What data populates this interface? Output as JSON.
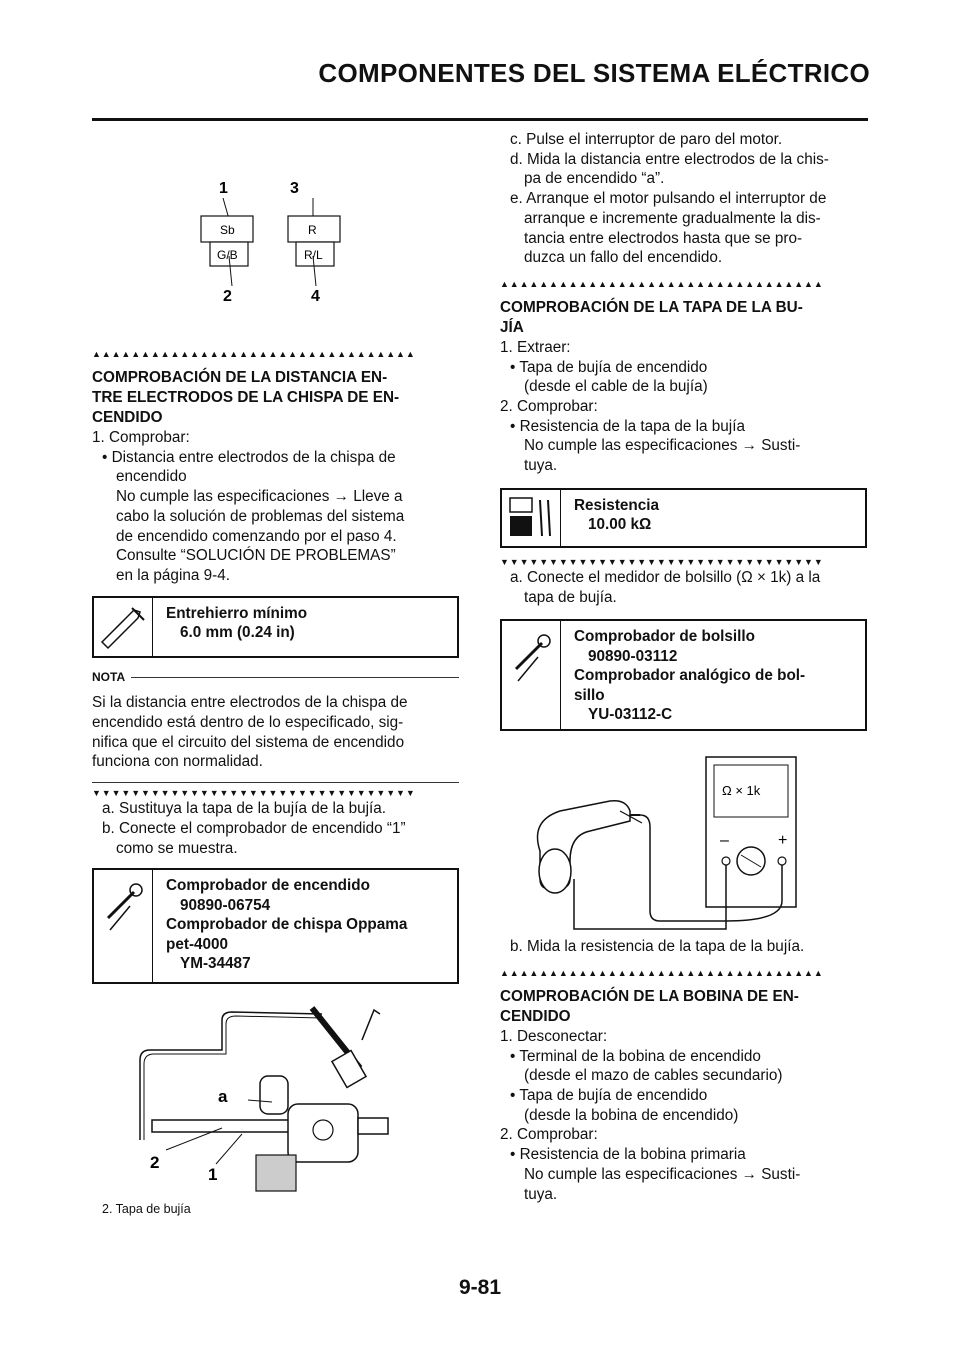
{
  "header": {
    "title": "COMPONENTES DEL SISTEMA ELÉCTRICO",
    "page_number": "9-81"
  },
  "connector_diagram": {
    "labels": [
      "1",
      "2",
      "3",
      "4"
    ],
    "wires": {
      "c1_top": "Sb",
      "c1_bottom": "G/B",
      "c2_top": "R",
      "c2_bottom": "R/L"
    }
  },
  "left": {
    "triangles_up": "▲▲▲▲▲▲▲▲▲▲▲▲▲▲▲▲▲▲▲▲▲▲▲▲▲▲▲▲▲▲▲▲▲",
    "heading": "COMPROBACIÓN DE LA DISTANCIA ENTRE ELECTRODOS DE LA CHISPA DE ENCENDIDO",
    "heading_lines": [
      "COMPROBACIÓN DE LA DISTANCIA EN-",
      "TRE ELECTRODOS DE LA CHISPA DE EN-",
      "CENDIDO"
    ],
    "step1": "1. Comprobar:",
    "bullet1": "• Distancia entre electrodos de la chispa de",
    "bullet1_cont": [
      "encendido",
      "No cumple las especificaciones → Lleve a",
      "cabo la solución de problemas del sistema",
      "de encendido comenzando por el paso 4.",
      "Consulte “SOLUCIÓN DE PROBLEMAS”",
      "en la página 9-4."
    ],
    "spec_box": {
      "label": "Entrehierro mínimo",
      "value": "6.0 mm (0.24 in)"
    },
    "nota_label": "NOTA",
    "nota_lines": [
      "Si la distancia entre electrodos de la chispa de",
      "encendido está dentro de lo especificado, sig-",
      "nifica que el circuito del sistema de encendido",
      "funciona con normalidad."
    ],
    "triangles_down": "▼▼▼▼▼▼▼▼▼▼▼▼▼▼▼▼▼▼▼▼▼▼▼▼▼▼▼▼▼▼▼▼▼",
    "sub_a": "a.  Sustituya la tapa de la bujía de la bujía.",
    "sub_b": "b.  Conecte el comprobador de encendido “1”",
    "sub_b_cont": "como se muestra.",
    "tool_box": {
      "l1": "Comprobador de encendido",
      "v1": "90890-06754",
      "l2": "Comprobador de chispa Oppama",
      "l2b": "pet-4000",
      "v2": "YM-34487"
    },
    "tester_labels": {
      "a": "a",
      "one": "1",
      "two": "2"
    },
    "caption": "2.  Tapa de bujía"
  },
  "right": {
    "sub_c": "c.  Pulse el interruptor de paro del motor.",
    "sub_d": "d.  Mida la distancia entre electrodos de la chis-",
    "sub_d_cont": "pa de encendido “a”.",
    "sub_e": "e.  Arranque el motor pulsando el interruptor de",
    "sub_e_cont": [
      "arranque e incremente gradualmente la dis-",
      "tancia entre electrodos hasta que se pro-",
      "duzca un fallo del encendido."
    ],
    "triangles_up": "▲▲▲▲▲▲▲▲▲▲▲▲▲▲▲▲▲▲▲▲▲▲▲▲▲▲▲▲▲▲▲▲▲",
    "heading2_lines": [
      "COMPROBACIÓN DE LA TAPA DE LA BU-",
      "JÍA"
    ],
    "s1": "1. Extraer:",
    "s1_b": "• Tapa de bujía de encendido",
    "s1_b_cont": "(desde el cable de la bujía)",
    "s2": "2. Comprobar:",
    "s2_b": "• Resistencia de la tapa de la bujía",
    "s2_b_cont": [
      "No cumple las especificaciones → Susti-",
      "tuya."
    ],
    "res_box": {
      "label": "Resistencia",
      "value": "10.00 kΩ"
    },
    "triangles_down": "▼▼▼▼▼▼▼▼▼▼▼▼▼▼▼▼▼▼▼▼▼▼▼▼▼▼▼▼▼▼▼▼▼",
    "sub_a": "a.  Conecte el medidor de bolsillo (Ω × 1k) a la",
    "sub_a_cont": "tapa de bujía.",
    "tool_box": {
      "l1": "Comprobador de bolsillo",
      "v1": "90890-03112",
      "l2": "Comprobador analógico de bol-",
      "l2b": "sillo",
      "v2": "YU-03112-C"
    },
    "meter_label": "Ω × 1k",
    "meter_minus": "–",
    "meter_plus": "+",
    "sub_b": "b.  Mida la resistencia de la tapa de la bujía.",
    "triangles_up2": "▲▲▲▲▲▲▲▲▲▲▲▲▲▲▲▲▲▲▲▲▲▲▲▲▲▲▲▲▲▲▲▲▲",
    "heading3_lines": [
      "COMPROBACIÓN DE LA BOBINA DE EN-",
      "CENDIDO"
    ],
    "t1": "1. Desconectar:",
    "t1_b1": "• Terminal de la bobina de encendido",
    "t1_b1_cont": "(desde el mazo de cables secundario)",
    "t1_b2": "• Tapa de bujía de encendido",
    "t1_b2_cont": "(desde la bobina de encendido)",
    "t2": "2. Comprobar:",
    "t2_b": "• Resistencia de la bobina primaria",
    "t2_b_cont": [
      "No cumple las especificaciones → Susti-",
      "tuya."
    ]
  }
}
